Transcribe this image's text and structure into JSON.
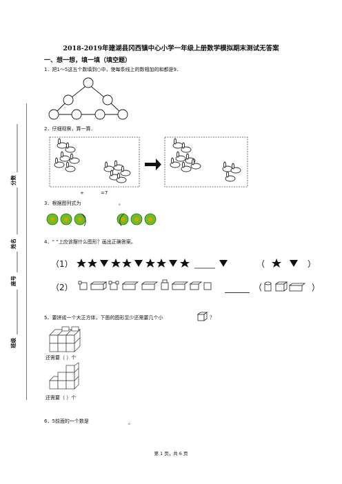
{
  "title": "2018-2019年建湖县冈西镇中心小学一年级上册数学模拟期末测试无答案",
  "section1": "一、想一想，填一填（填空题）",
  "q1": "1．把1～5这五个数填到○中，使每条线上的数相加的和都是9．",
  "q2": "2．仔细观察，算一算．",
  "q2_formula": {
    "plus": "+",
    "eq": "=7"
  },
  "q3": "3．根据图列式为",
  "q3_end": "。",
  "q4": "4．“    ”上应该摆什么图形？画出正确答案。",
  "q4_row1_label": "（1）",
  "q4_row2_label": "（2）",
  "q4_answer_paren_open": "（",
  "q4_answer_paren_close": "）",
  "q5": "5．要拼成一个大正方体，下面的图形至少还需要几个小",
  "q5_end": "？",
  "q5_answer": "还需要（      ）个",
  "q6": "6．5前面的一个数是",
  "q6_end": "。",
  "side_labels": {
    "score": "分数",
    "name": "姓名",
    "seat": "座号",
    "class": "班级"
  },
  "footer": "第 1 页，共 6 页"
}
